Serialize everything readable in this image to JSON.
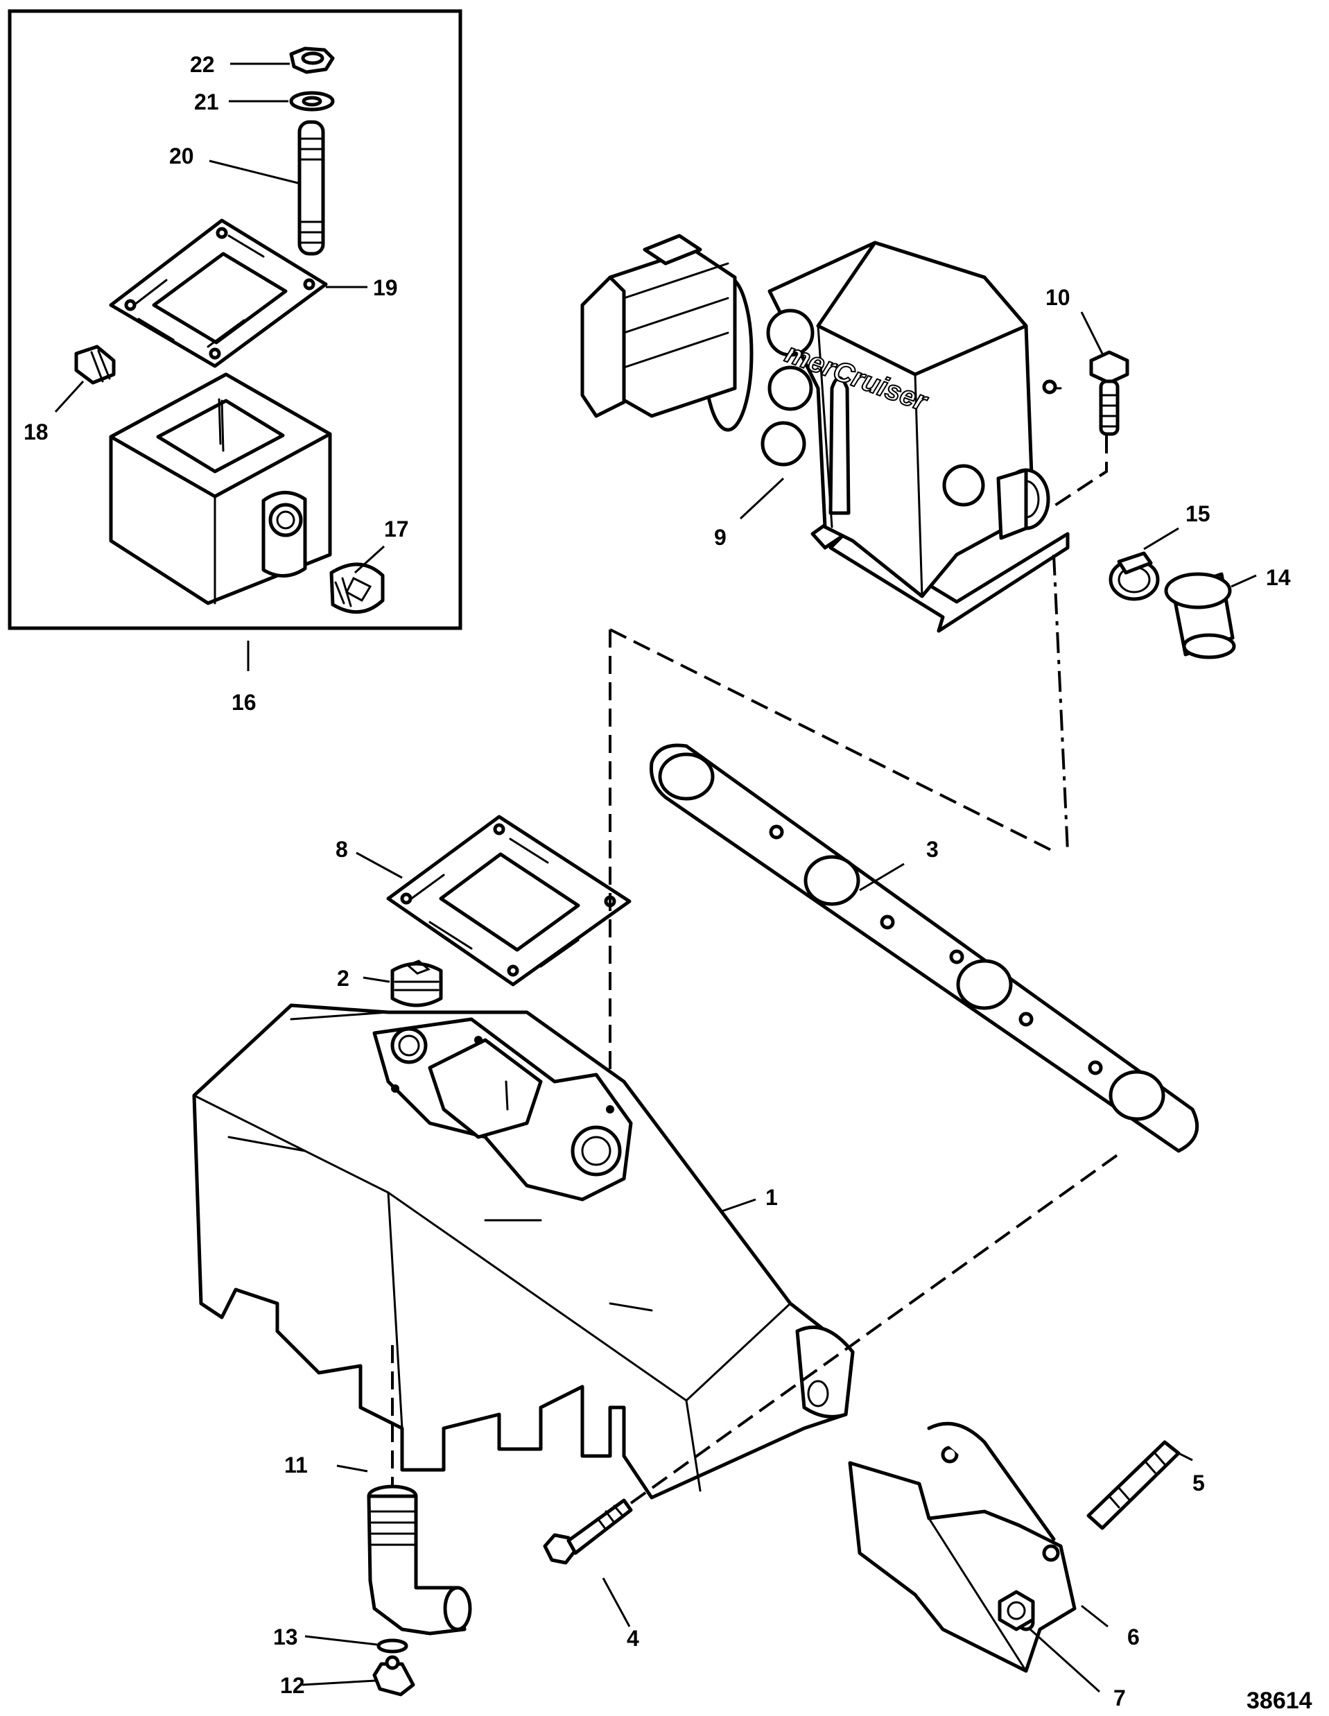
{
  "figure_number": "38614",
  "brand_mark": "merCruiser",
  "callouts": [
    {
      "id": "c1",
      "label": "1"
    },
    {
      "id": "c2",
      "label": "2"
    },
    {
      "id": "c3",
      "label": "3"
    },
    {
      "id": "c4",
      "label": "4"
    },
    {
      "id": "c5",
      "label": "5"
    },
    {
      "id": "c6",
      "label": "6"
    },
    {
      "id": "c7",
      "label": "7"
    },
    {
      "id": "c8",
      "label": "8"
    },
    {
      "id": "c9",
      "label": "9"
    },
    {
      "id": "c10",
      "label": "10"
    },
    {
      "id": "c11",
      "label": "11"
    },
    {
      "id": "c12",
      "label": "12"
    },
    {
      "id": "c13",
      "label": "13"
    },
    {
      "id": "c14",
      "label": "14"
    },
    {
      "id": "c15",
      "label": "15"
    },
    {
      "id": "c16",
      "label": "16"
    },
    {
      "id": "c17",
      "label": "17"
    },
    {
      "id": "c18",
      "label": "18"
    },
    {
      "id": "c19",
      "label": "19"
    },
    {
      "id": "c20",
      "label": "20"
    },
    {
      "id": "c21",
      "label": "21"
    },
    {
      "id": "c22",
      "label": "22"
    }
  ]
}
